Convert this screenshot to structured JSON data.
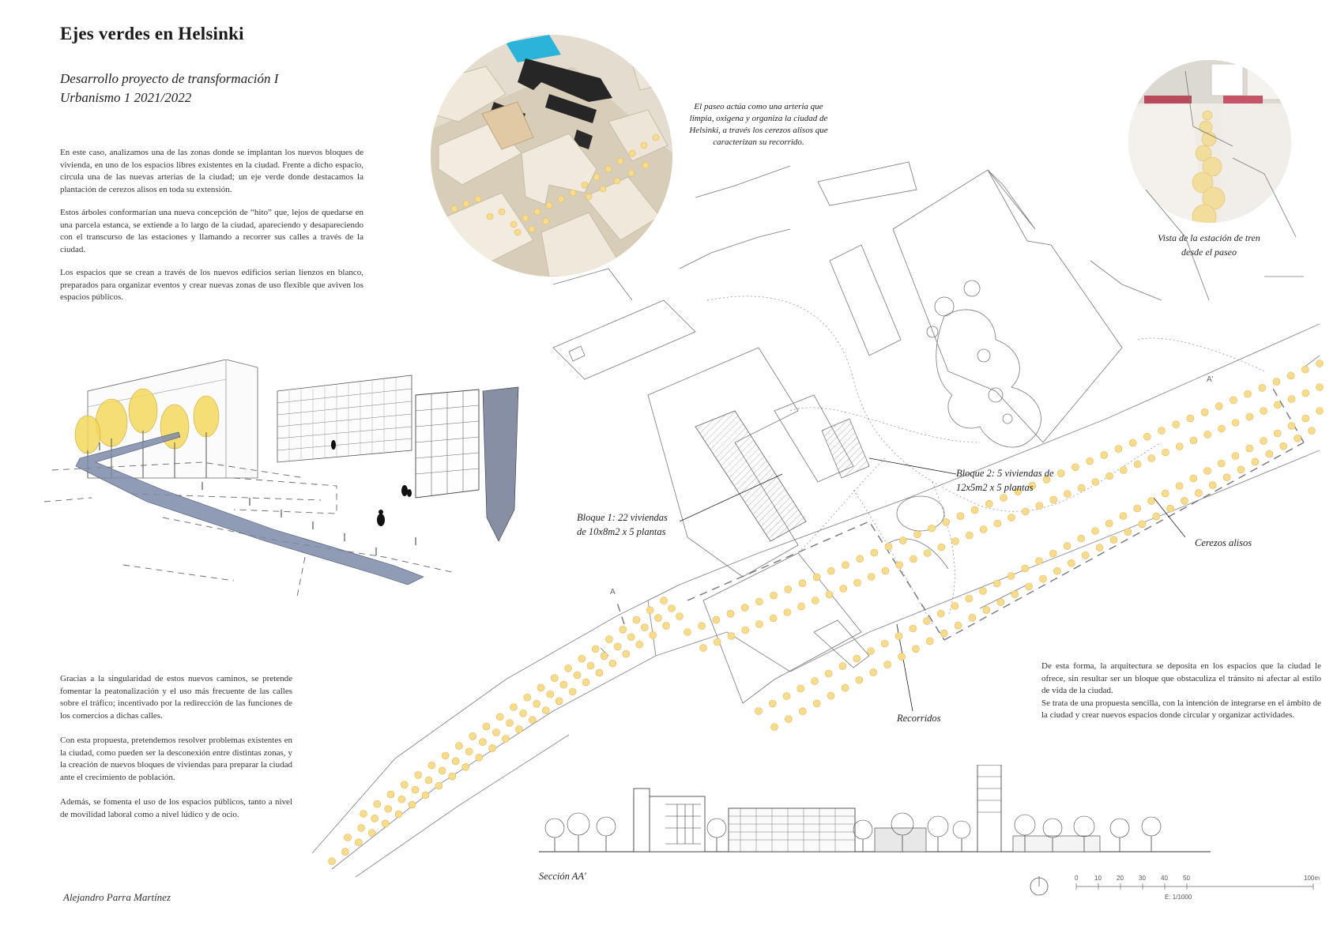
{
  "header": {
    "title": "Ejes verdes en Helsinki",
    "subtitle_line1": "Desarrollo proyecto de transformación I",
    "subtitle_line2": "Urbanismo 1 2021/2022"
  },
  "intro": {
    "p1": "En este caso, analizamos una de las zonas donde se implantan los nuevos bloques de vivienda, en uno de los espacios libres existentes en la ciudad. Frente a dicho espacio, circula una de las nuevas arterias de la ciudad; un eje verde donde destacamos la plantación de cerezos alisos en toda su extensión.",
    "p2": "Estos árboles conformarían una nueva concepción de “hito” que, lejos de quedarse en una parcela estanca, se extiende a lo largo de la ciudad, apareciendo y desapareciendo con el transcurso de las estaciones y llamando a recorrer sus calles a través de la ciudad.",
    "p3": "Los espacios que se crean a través de los nuevos edificios serían lienzos en blanco, preparados para organizar eventos y crear nuevas zonas de uso flexible que aviven los espacios públicos."
  },
  "bottom_text": {
    "p1": "Gracias a la singularidad de estos nuevos caminos, se pretende fomentar la peatonalización y el uso más frecuente de las calles sobre el tráfico; incentivado por la redirección de las funciones de los comercios a dichas calles.",
    "p2": "Con esta propuesta, pretendemos resolver problemas existentes en la ciudad, como pueden ser la desconexión entre distintas zonas, y la creación de nuevos bloques de viviendas para preparar la ciudad ante el crecimiento de población.",
    "p3": "Además, se fomenta el uso de los espacios públicos, tanto a nivel de movilidad laboral como a nivel lúdico y de ocio."
  },
  "author": "Alejandro Parra Martínez",
  "quote": "El paseo actúa como una arteria que limpia, oxigena y organiza la ciudad de Helsinki, a través los cerezos alisos que caracterizan su recorrido.",
  "station_caption_line1": "Vista de la estación de tren",
  "station_caption_line2": "desde el paseo",
  "plan_labels": {
    "block1_line1": "Bloque 1: 22 viviendas",
    "block1_line2": "de 10x8m2 x 5 plantas",
    "block2_line1": "Bloque 2: 5 viviendas de",
    "block2_line2": "12x5m2 x 5 plantas",
    "cherry": "Cerezos alisos",
    "routes": "Recorridos",
    "section_a": "A",
    "section_a_prime": "A'"
  },
  "right_text": {
    "p1": "De esta forma, la arquitectura se deposita en los espacios que la ciudad le ofrece, sin resultar ser un bloque que obstaculiza el tránsito ni afectar al estilo de vida de la ciudad.",
    "p2": "Se trata de una propuesta sencilla, con la intención de integrarse en el ámbito de la ciudad y crear nuevos espacios donde circular y organizar actividades."
  },
  "section_caption": "Sección AA'",
  "scale": {
    "ticks": [
      "0",
      "10",
      "20",
      "30",
      "40",
      "50",
      "100m"
    ],
    "label": "E: 1/1000"
  },
  "colors": {
    "tree_fill": "#f6dc8c",
    "tree_stroke": "#e2b85a",
    "model_wood": "#e6d3b3",
    "model_block": "#262626",
    "model_water": "#2bb3d9",
    "road_blue": "#7d8aa8",
    "sketch_tree": "#f3d85e"
  }
}
